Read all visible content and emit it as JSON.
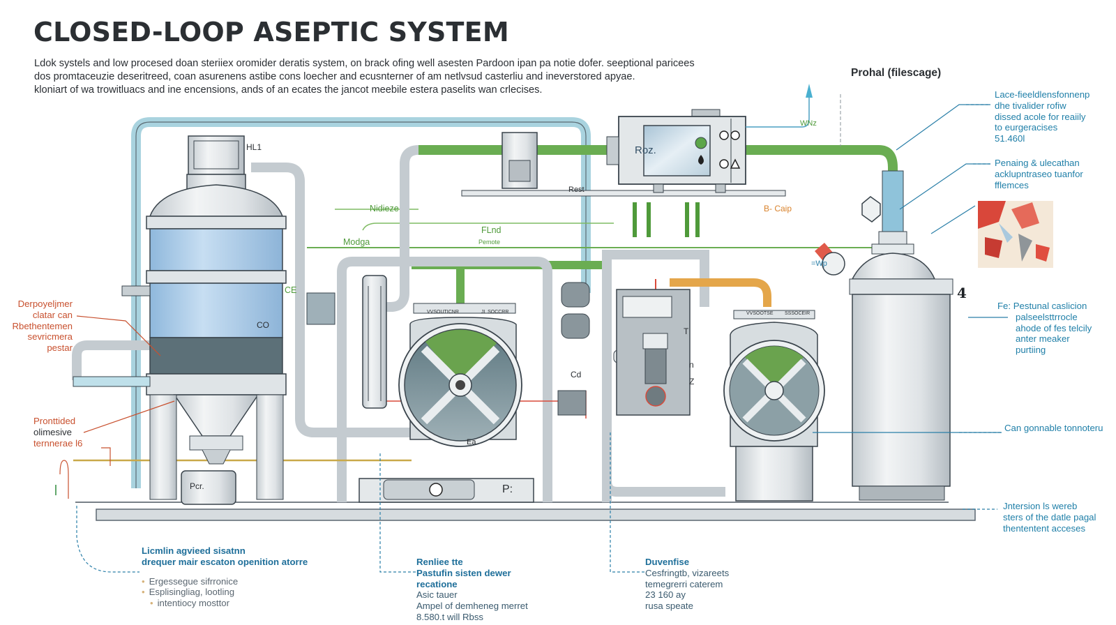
{
  "header": {
    "title": "CLOSED-LOOP ASEPTIC SYSTEM",
    "intro_lines": [
      "Ldok systels and low procesed doan steriiex oromider deratis system, on brack ofing well asesten Pardoon ipan pa notie dofer. seeptional paricees",
      "dos promtaceuzie deseritreed, coan asurenens astibe cons loecher and ecusnterner of am netlvsud casterliu and ineverstored apyae.",
      "kloniart of wa trowitluacs and ine encensions, ands of an ecates the jancot meebile estera paselits wan crlecises."
    ]
  },
  "panel": {
    "title": "Prohal (filescage)"
  },
  "callouts_right": [
    {
      "id": "lace",
      "lines": [
        "Lace-fieeldlensfonnenp",
        "dhe tivalider rofiw",
        "dissed acole for reaiily",
        "to eurgeracises",
        "51.460l"
      ]
    },
    {
      "id": "pending",
      "lines": [
        "Penaing & ulecathan",
        "acklupntraseo tuanfor",
        "fflemces"
      ]
    },
    {
      "id": "fe",
      "marker": "4",
      "lines": [
        "Fe: Pestunal caslicion",
        "palseelsttrrocle",
        "ahode of fes telcily",
        "anter meaker",
        "purtiing"
      ]
    },
    {
      "id": "can",
      "lines": [
        "Can gonnable tonnoteru"
      ]
    },
    {
      "id": "intersion",
      "lines": [
        "Jntersion ls wereb",
        "sters of the datle pagal",
        "thententent acceses"
      ]
    }
  ],
  "callouts_left": [
    {
      "id": "derpoy",
      "lines": [
        "Derpoyeljmer",
        "clatar can",
        "Rbethentemen",
        "sevricmera",
        "pestar"
      ]
    },
    {
      "id": "prontrided",
      "lines": [
        "Pronttided",
        "olimesive",
        "ternnerae l6"
      ]
    }
  ],
  "footer": [
    {
      "id": "licmin",
      "heading": [
        "Licmlin agvieed sisatnn",
        "drequer mair escaton openition atorre"
      ],
      "bullets": [
        "Ergessegue sifrronice",
        "Esplisingliag, lootling",
        "intentiocy mosttor"
      ]
    },
    {
      "id": "renliee",
      "heading": [
        "Renliee tte",
        "Pastufin sisten dewer",
        "recatione"
      ],
      "body": [
        "Asic tauer",
        "Ampel of demheneg merret",
        "8.580.t will Rbss"
      ]
    },
    {
      "id": "duvenfise",
      "heading": [
        "Duvenfise"
      ],
      "body": [
        "Cesfringtb, vizareets",
        "temegrerri caterem",
        "23 160 ay",
        "rusa speate"
      ]
    }
  ],
  "diagram_labels": {
    "hl1": "HL1",
    "nidieze": "Nidieze",
    "modga": "Modga",
    "flnd": "FLnd",
    "pemote": "Pemote",
    "rest": "Rest",
    "roz": "Roz.",
    "wnz": "WNz",
    "cap": "B- Caip",
    "wp": "=Wp",
    "co": "CO",
    "ce": "CE",
    "pcr": "Pcr.",
    "pump": "P:",
    "ea": "Ea",
    "n_label": "n",
    "z_label": "Z",
    "t_label": "T",
    "cd": "Cd",
    "banner1_left": "VVSOUTICNR",
    "banner1_right": "JL SOCCRR",
    "banner2_left": "VVSOOTSE",
    "banner2_right": "SSSOCEIR"
  },
  "colors": {
    "pipe_blue": "#a9d3df",
    "pipe_green": "#6aad52",
    "pipe_orange": "#e4a64a",
    "steel": "#d4dadd",
    "tank_blue": "#a8cbe8",
    "callout_blue": "#1f7fa8",
    "callout_red": "#c8502e"
  }
}
